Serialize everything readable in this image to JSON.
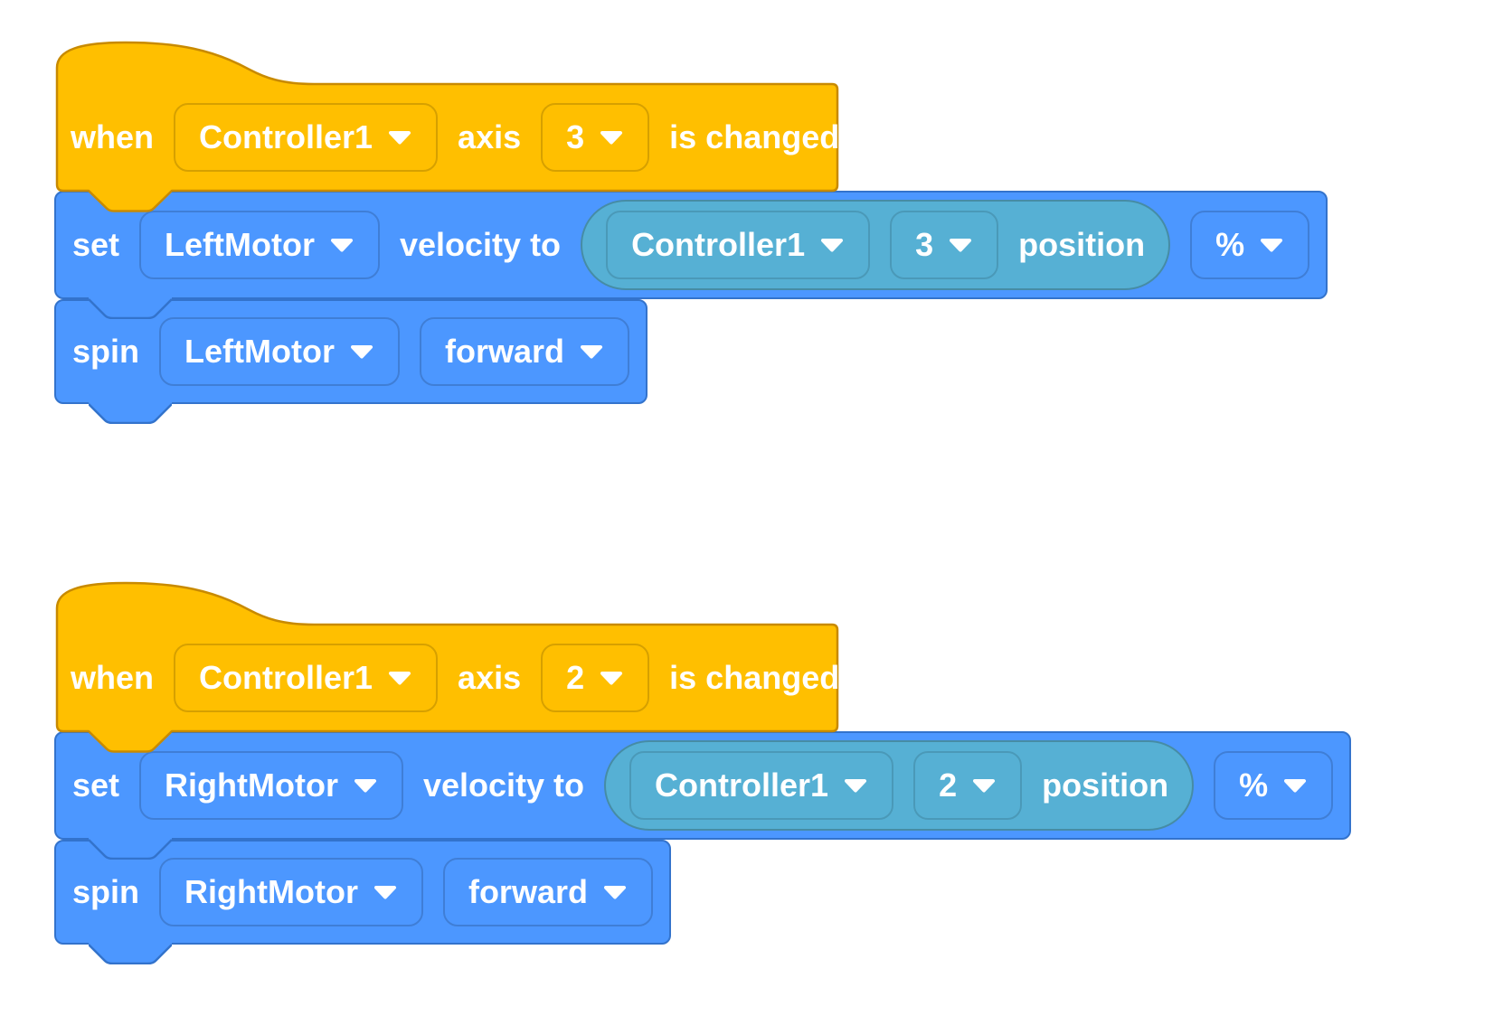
{
  "colors": {
    "event_fill": "#FFBF00",
    "event_stroke": "#C88A00",
    "motion_fill": "#4C97FF",
    "motion_stroke": "#3373CC",
    "sensing_fill": "#56B0D4",
    "sensing_stroke": "#468CA5",
    "label_text": "#FFFFFF"
  },
  "stacks": [
    {
      "hat": {
        "when": "when",
        "controller": "Controller1",
        "axis_word": "axis",
        "axis": "3",
        "changed": "is changed"
      },
      "set": {
        "verb": "set",
        "motor": "LeftMotor",
        "velocity_to": "velocity to",
        "reporter": {
          "controller": "Controller1",
          "axis": "3",
          "position": "position"
        },
        "unit": "%"
      },
      "spin": {
        "verb": "spin",
        "motor": "LeftMotor",
        "direction": "forward"
      }
    },
    {
      "hat": {
        "when": "when",
        "controller": "Controller1",
        "axis_word": "axis",
        "axis": "2",
        "changed": "is changed"
      },
      "set": {
        "verb": "set",
        "motor": "RightMotor",
        "velocity_to": "velocity to",
        "reporter": {
          "controller": "Controller1",
          "axis": "2",
          "position": "position"
        },
        "unit": "%"
      },
      "spin": {
        "verb": "spin",
        "motor": "RightMotor",
        "direction": "forward"
      }
    }
  ]
}
